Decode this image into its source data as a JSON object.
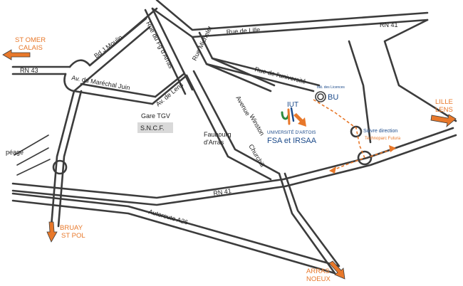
{
  "destinations": {
    "st_omer": [
      "ST OMER",
      "CALAIS"
    ],
    "lille": [
      "LILLE",
      "LENS"
    ],
    "bruay": [
      "BRUAY",
      "ST POL"
    ],
    "arras": [
      "ARRAS",
      "NOEUX"
    ]
  },
  "roads": {
    "rn43": "RN 43",
    "rue_lille": "Rue de Lille",
    "rn41_top": "RN 41",
    "bd_moulin": "Bd J.Moulin",
    "fg_arras": "Rue du Fg d'Arras",
    "michelet": "Rue Michelet",
    "universite": "Rue de l'université",
    "marechal": "Av. du Maréchal Juin",
    "lens": "Av. de Lens",
    "winston": [
      "Avenue",
      "Winston",
      "Churchill"
    ],
    "rn41_bottom": "RN 41",
    "a26": "Autoroute A26"
  },
  "places": {
    "gare": "Gare TGV",
    "sncf": "S.N.C.F.",
    "faubourg": [
      "Faubourg",
      "d'Arras"
    ],
    "peage": "péage",
    "bat_licences": "bât. des Licences",
    "bu": "BU",
    "iut": "IUT",
    "university": "UNIVERSITÉ D'ARTOIS",
    "fsa": "FSA et IRSAA",
    "suivre": "Suivre direction",
    "technoparc": "Technoparc Futura"
  },
  "colors": {
    "road": "#3c3c3c",
    "accent": "#e8782a",
    "campus_blue": "#1b4a8a",
    "sncf_box": "#d9d9d9"
  }
}
